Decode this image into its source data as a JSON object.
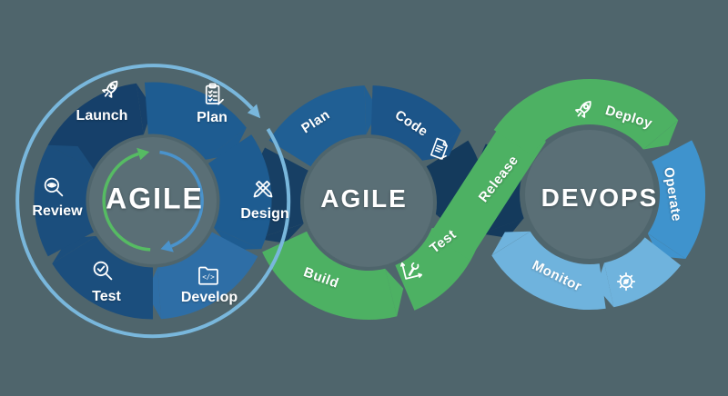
{
  "colors": {
    "background": "#4f656c",
    "inner_disc": "#5a6f76",
    "navy": "#16406a",
    "navy_deep": "#143a5c",
    "navy_filler": "#173f64",
    "blue_medium": "#1e5c91",
    "blue_plan_loop": "#205f94",
    "blue_code_loop": "#1c5589",
    "blue_develop": "#2e6ea6",
    "blue_test_review": "#1b4e7d",
    "green": "#4db163",
    "green_arrow": "#56bb63",
    "blue_arrow": "#4a93cc",
    "arc_light_blue": "#79b7dc",
    "operate_blue": "#3f93cd",
    "light_blue": "#6fb3dd",
    "text": "#ffffff"
  },
  "agile_cycle": {
    "title": "AGILE",
    "steps": [
      {
        "label": "Launch",
        "icon": "rocket-icon"
      },
      {
        "label": "Plan",
        "icon": "clipboard-icon"
      },
      {
        "label": "Design",
        "icon": "design-tools-icon"
      },
      {
        "label": "Develop",
        "icon": "code-folder-icon"
      },
      {
        "label": "Test",
        "icon": "magnifier-check-icon"
      },
      {
        "label": "Review",
        "icon": "eye-magnifier-icon"
      }
    ]
  },
  "infinity_loop": {
    "left_title": "AGILE",
    "right_title": "DEVOPS",
    "segments": [
      {
        "label": "Plan"
      },
      {
        "label": "Code",
        "icon": "document-pencil-icon"
      },
      {
        "label": "Build"
      },
      {
        "label": "Test",
        "icon": "chart-wrench-icon"
      },
      {
        "label": "Release"
      },
      {
        "label": "Deploy",
        "icon": "rocket-icon"
      },
      {
        "label": "Operate"
      },
      {
        "label": "Monitor",
        "icon": "gear-wrench-icon"
      }
    ]
  }
}
